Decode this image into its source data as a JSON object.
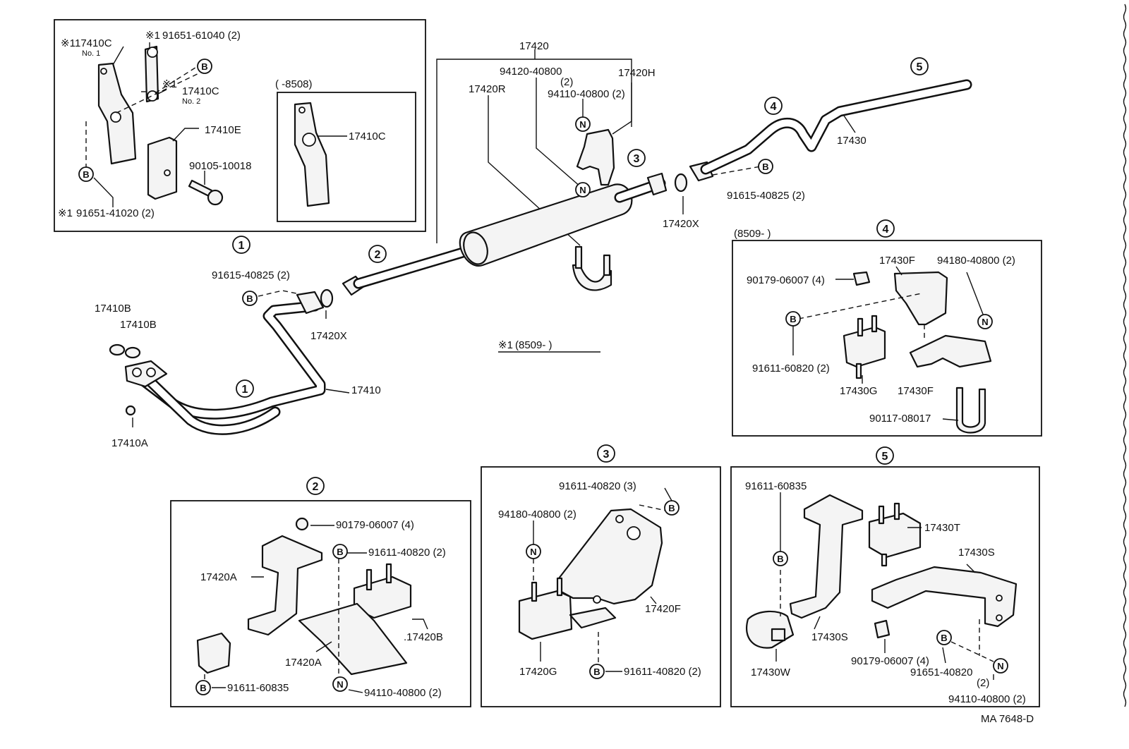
{
  "note": "※1",
  "diagram_code": "MA 7648-D",
  "circled": {
    "c1": "1",
    "c2": "2",
    "c3": "3",
    "c4": "4",
    "c5": "5"
  },
  "badge": {
    "b": "B",
    "n": "N"
  },
  "inset1": {
    "p1": "17410C",
    "p1_sub": "No. 1",
    "p2": "91651-61040 (2)",
    "p3": "17410C",
    "p3_sub": "No. 2",
    "p4": "17410E",
    "p5": "90105-10018",
    "p6": "91651-41020 (2)",
    "range_label": "(        -8508)",
    "p7": "17410C"
  },
  "main": {
    "p17420": "17420",
    "p94120": "94120-40800",
    "p94120_qty": "(2)",
    "p17420h": "17420H",
    "p94110": "94110-40800 (2)",
    "p17420r": "17420R",
    "p17420x_a": "17420X",
    "p17430": "17430",
    "p91615_a": "91615-40825 (2)",
    "p91615_b": "91615-40825 (2)",
    "p17410b_1": "17410B",
    "p17410b_2": "17410B",
    "p17420x_b": "17420X",
    "p17410": "17410",
    "p17410a": "17410A",
    "note_range": "(8509-        )"
  },
  "detail4": {
    "range": "(8509-        )",
    "p1": "17430F",
    "p2": "94180-40800 (2)",
    "p3": "90179-06007 (4)",
    "p4": "91611-60820 (2)",
    "p5": "17430G",
    "p6": "17430F",
    "p7": "90117-08017"
  },
  "detail2": {
    "p1": "90179-06007 (4)",
    "p2": "91611-40820 (2)",
    "p3": "17420A",
    "p4": ".17420B",
    "p5": "17420A",
    "p6": "91611-60835",
    "p7": "94110-40800 (2)"
  },
  "detail3": {
    "p1": "91611-40820 (3)",
    "p2": "94180-40800 (2)",
    "p3": "17420F",
    "p4": "17420G",
    "p5": "91611-40820 (2)"
  },
  "detail5": {
    "p1": "91611-60835",
    "p2": "17430T",
    "p3": "17430S",
    "p4": "17430S",
    "p5": "17430W",
    "p6": "90179-06007 (4)",
    "p7": "91651-40820",
    "p7_qty": "(2)",
    "p8": "94110-40800 (2)"
  }
}
